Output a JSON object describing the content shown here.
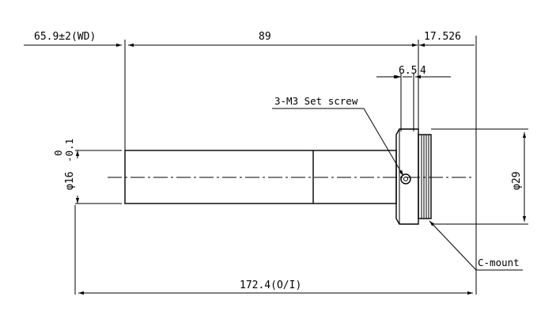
{
  "drawing": {
    "dimensions": {
      "working_distance": "65.9±2(WD)",
      "body_length": "89",
      "rear_length": "17.526",
      "screw_offset": "6.5",
      "screw_width": "4",
      "total_length": "172.4(O/I)"
    },
    "diameters": {
      "tip_diameter": "φ16",
      "tip_tol_upper": "0",
      "tip_tol_lower": "-0.1",
      "body_diameter": "φ29"
    },
    "callouts": {
      "set_screw": "3-M3 Set screw",
      "mount": "C-mount"
    }
  }
}
